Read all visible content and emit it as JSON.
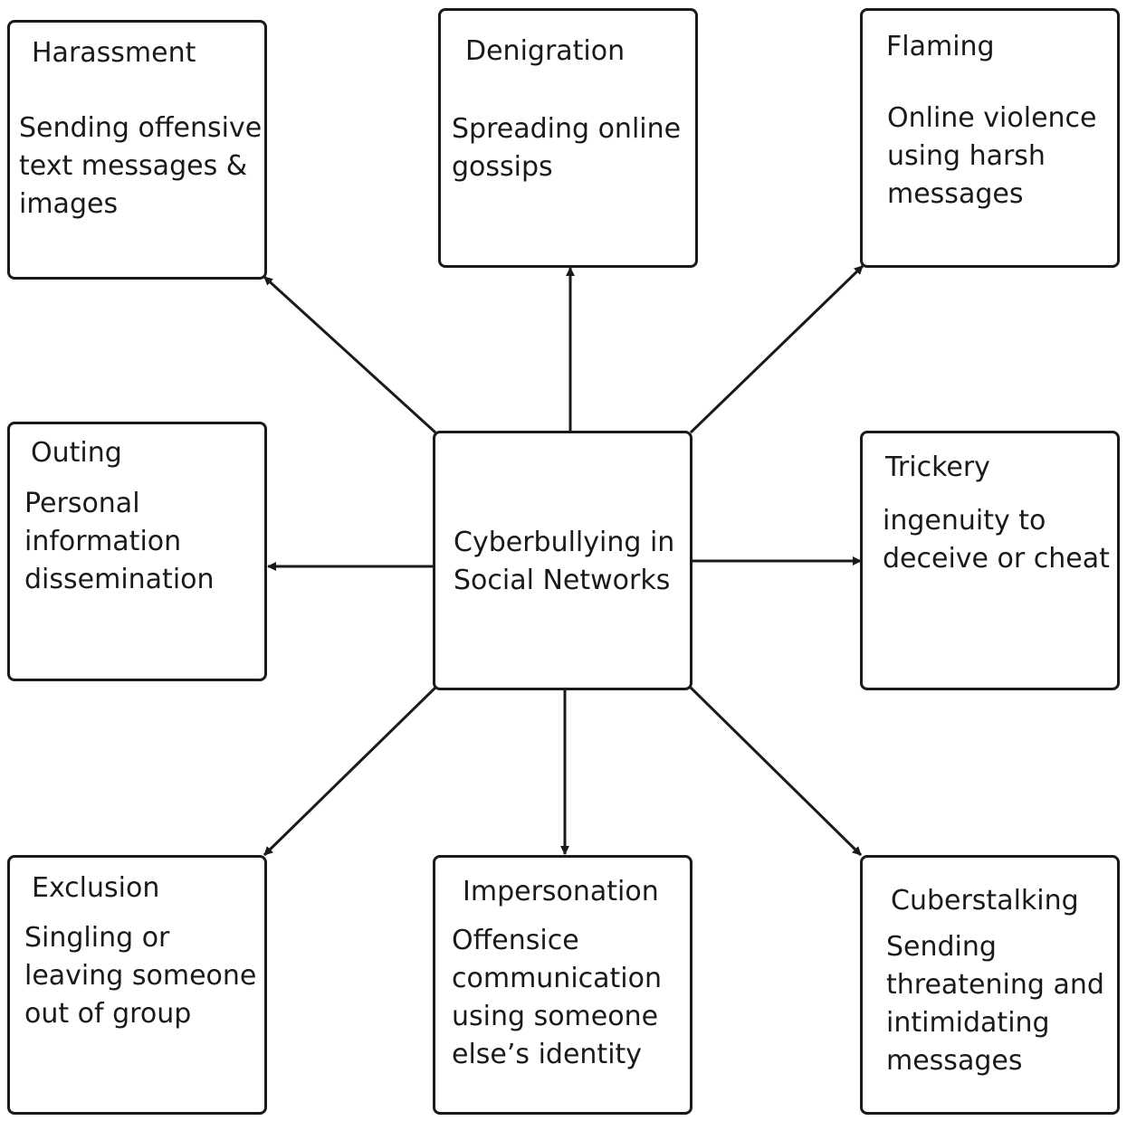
{
  "center": {
    "label": "Cyberbullying in\nSocial Networks"
  },
  "nodes": {
    "harassment": {
      "title": "Harassment",
      "desc": "Sending offensive\ntext messages &\nimages"
    },
    "denigration": {
      "title": "Denigration",
      "desc": "Spreading online\ngossips"
    },
    "flaming": {
      "title": "Flaming",
      "desc": "Online violence\nusing harsh\nmessages"
    },
    "outing": {
      "title": "Outing",
      "desc": "Personal\ninformation\ndissemination"
    },
    "trickery": {
      "title": "Trickery",
      "desc": "ingenuity to\ndeceive or cheat"
    },
    "exclusion": {
      "title": "Exclusion",
      "desc": "Singling or\nleaving someone\nout of group"
    },
    "impersonation": {
      "title": "Impersonation",
      "desc": "Offensice\ncommunication\nusing someone\nelse’s identity"
    },
    "cyberstalking": {
      "title": "Cuberstalking",
      "desc": "Sending\nthreatening and\nintimidating\nmessages"
    }
  }
}
